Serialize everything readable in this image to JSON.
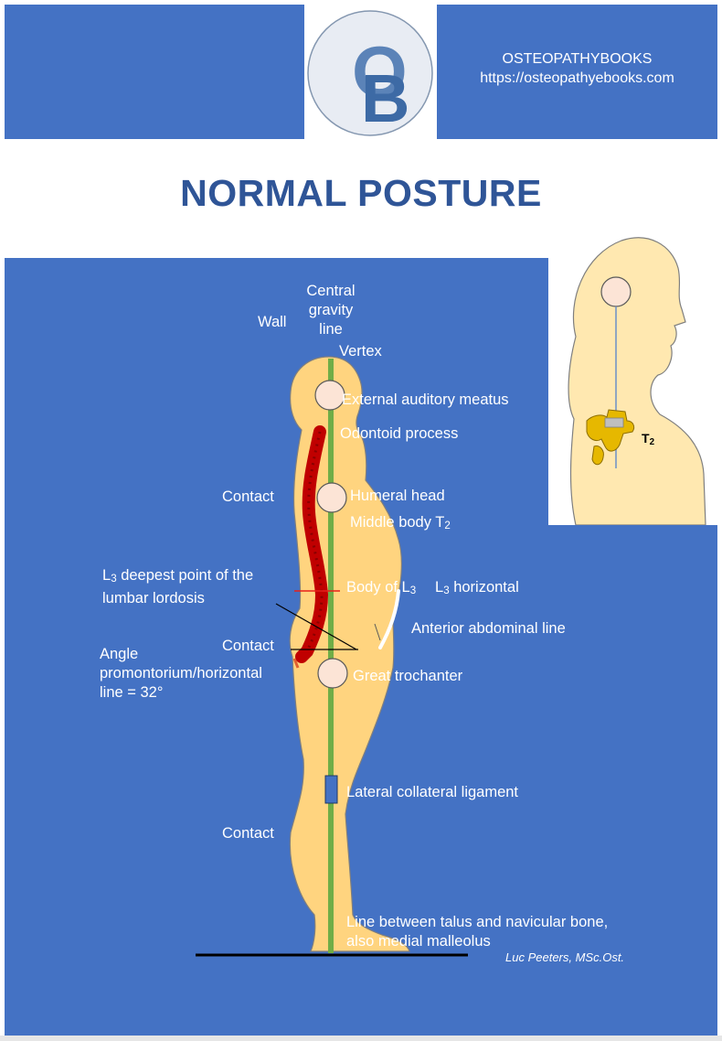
{
  "header": {
    "logo_letters": "OB",
    "brand_name": "OSTEOPATHYBOOKS",
    "brand_url": "https://osteopathyebooks.com"
  },
  "title": "NORMAL POSTURE",
  "labels": {
    "central_gravity_line": [
      "Central",
      "gravity",
      "line"
    ],
    "wall": "Wall",
    "vertex": "Vertex",
    "external_auditory_meatus": "External auditory meatus",
    "odontoid_process": "Odontoid process",
    "contact_upper": "Contact",
    "humeral_head": "Humeral head",
    "middle_body_t2_text": "Middle body T",
    "middle_body_t2_sub": "2",
    "l3_deepest_line1_prefix": "L",
    "l3_deepest_line1_sub": "3",
    "l3_deepest_line1_rest": " deepest point of the",
    "l3_deepest_line2": "lumbar lordosis",
    "body_of_l3_text": "Body of L",
    "body_of_l3_sub": "3",
    "l3_horizontal_prefix": "L",
    "l3_horizontal_sub": "3",
    "l3_horizontal_rest": " horizontal",
    "anterior_abdominal_line": "Anterior abdominal line",
    "contact_middle": "Contact",
    "angle_line1": "Angle",
    "angle_line2": "promontorium/horizontal",
    "angle_line3": "line = 32°",
    "great_trochanter": "Great trochanter",
    "lateral_collateral_ligament": "Lateral collateral ligament",
    "contact_lower": "Contact",
    "talus_line1": "Line between talus and navicular bone,",
    "talus_line2": "also medial malleolus",
    "inset_t2_prefix": "T",
    "inset_t2_sub": "2"
  },
  "credit": "Luc Peeters, MSc.Ost.",
  "colors": {
    "header_blue": "#4472c4",
    "title_blue": "#2f5597",
    "body_skin": "#ffd47f",
    "gravity_line": "#70ad47",
    "spine": "#c00000",
    "landmark_circle": "#fce4d6"
  }
}
